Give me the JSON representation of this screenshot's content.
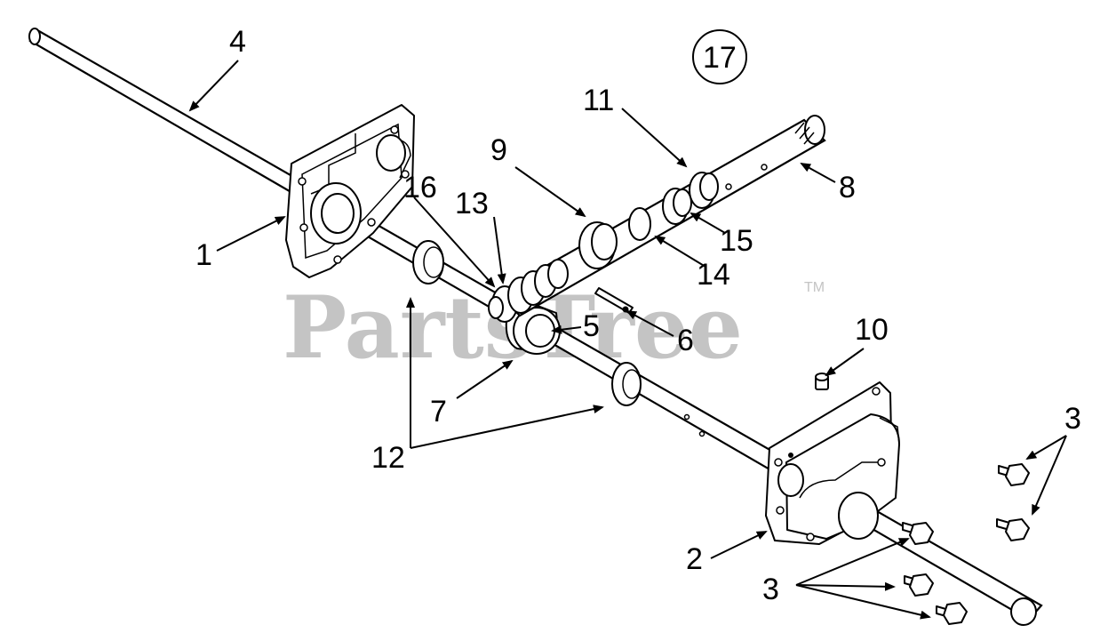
{
  "diagram": {
    "watermark": "PartsTree",
    "watermark_mark": "TM",
    "callouts": [
      {
        "id": "c4",
        "text": "4"
      },
      {
        "id": "c17",
        "text": "17"
      },
      {
        "id": "c11",
        "text": "11"
      },
      {
        "id": "c9",
        "text": "9"
      },
      {
        "id": "c8",
        "text": "8"
      },
      {
        "id": "c16",
        "text": "16"
      },
      {
        "id": "c13",
        "text": "13"
      },
      {
        "id": "c15",
        "text": "15"
      },
      {
        "id": "c14",
        "text": "14"
      },
      {
        "id": "c1",
        "text": "1"
      },
      {
        "id": "c5",
        "text": "5"
      },
      {
        "id": "c6",
        "text": "6"
      },
      {
        "id": "c10",
        "text": "10"
      },
      {
        "id": "c7",
        "text": "7"
      },
      {
        "id": "c12",
        "text": "12"
      },
      {
        "id": "c3a",
        "text": "3"
      },
      {
        "id": "c2",
        "text": "2"
      },
      {
        "id": "c3b",
        "text": "3"
      }
    ]
  }
}
